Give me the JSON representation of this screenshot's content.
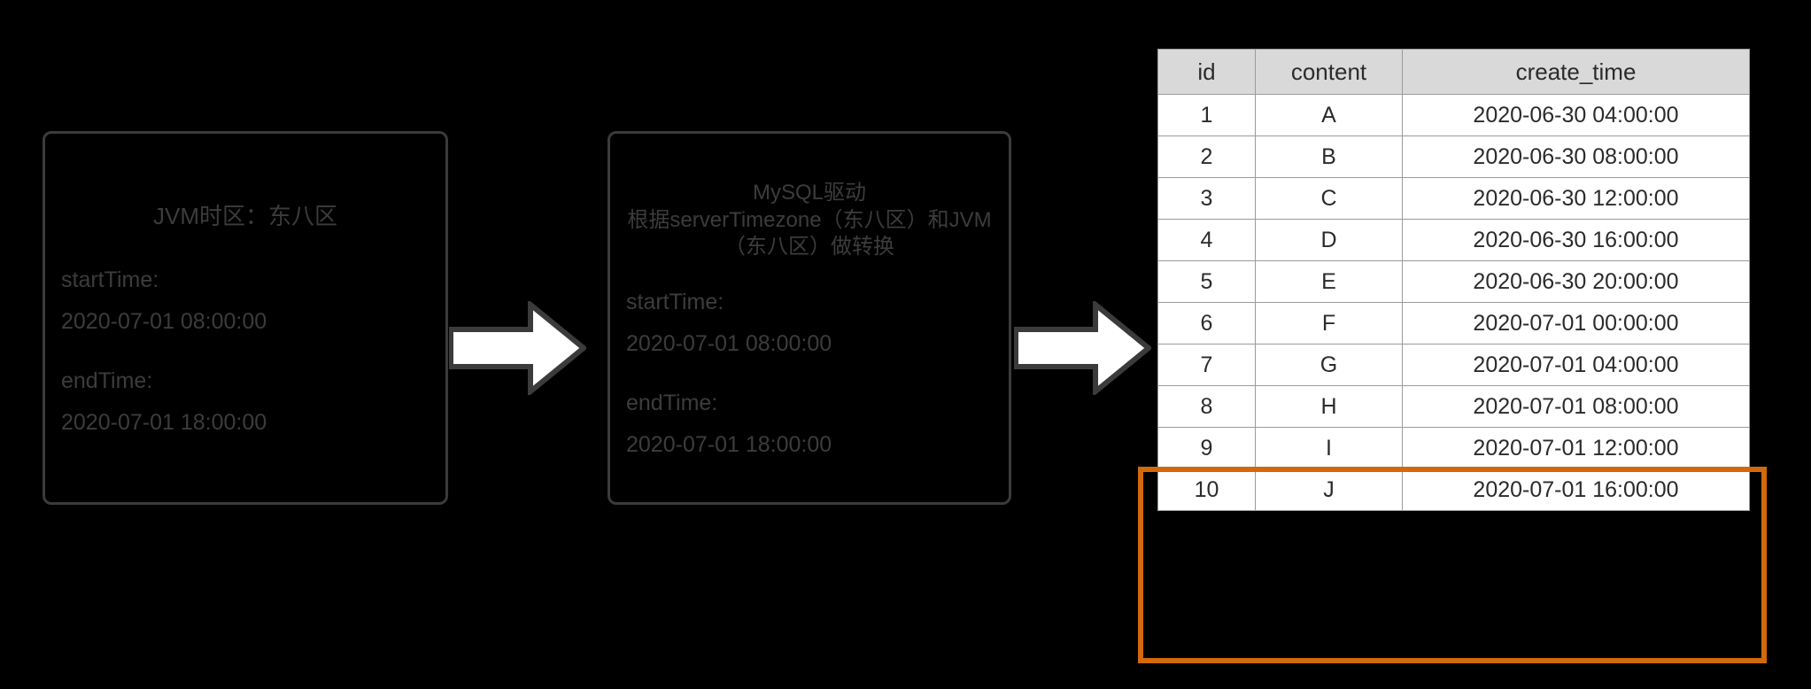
{
  "colors": {
    "background": "#000000",
    "box_border": "#3b3b3b",
    "box_text": "#3c3c3c",
    "arrow_fill": "#ffffff",
    "arrow_stroke": "#3b3b3b",
    "table_header_bg": "#d9d9d9",
    "table_border": "#9b9b9b",
    "table_text": "#2b2b2b",
    "highlight": "#d2690a"
  },
  "boxes": [
    {
      "name": "jvm-timezone",
      "title": "JVM时区：东八区",
      "fields": [
        {
          "label": "startTime:",
          "value": "2020-07-01 08:00:00"
        },
        {
          "label": "endTime:",
          "value": "2020-07-01 18:00:00"
        }
      ]
    },
    {
      "name": "mysql-driver",
      "title": "MySQL驱动\n根据serverTimezone（东八区）和JVM（东八区）做转换",
      "fields": [
        {
          "label": "startTime:",
          "value": "2020-07-01 08:00:00"
        },
        {
          "label": "endTime:",
          "value": "2020-07-01 18:00:00"
        }
      ]
    }
  ],
  "arrows": [
    {
      "name": "arrow-jvm-to-driver",
      "direction": "right"
    },
    {
      "name": "arrow-driver-to-table",
      "direction": "right"
    }
  ],
  "table": {
    "columns": [
      "id",
      "content",
      "create_time"
    ],
    "rows": [
      {
        "id": "1",
        "content": "A",
        "create_time": "2020-06-30 04:00:00",
        "highlighted": false
      },
      {
        "id": "2",
        "content": "B",
        "create_time": "2020-06-30 08:00:00",
        "highlighted": false
      },
      {
        "id": "3",
        "content": "C",
        "create_time": "2020-06-30 12:00:00",
        "highlighted": false
      },
      {
        "id": "4",
        "content": "D",
        "create_time": "2020-06-30 16:00:00",
        "highlighted": false
      },
      {
        "id": "5",
        "content": "E",
        "create_time": "2020-06-30 20:00:00",
        "highlighted": false
      },
      {
        "id": "6",
        "content": "F",
        "create_time": "2020-07-01 00:00:00",
        "highlighted": false
      },
      {
        "id": "7",
        "content": "G",
        "create_time": "2020-07-01 04:00:00",
        "highlighted": false
      },
      {
        "id": "8",
        "content": "H",
        "create_time": "2020-07-01 08:00:00",
        "highlighted": true
      },
      {
        "id": "9",
        "content": "I",
        "create_time": "2020-07-01 12:00:00",
        "highlighted": true
      },
      {
        "id": "10",
        "content": "J",
        "create_time": "2020-07-01 16:00:00",
        "highlighted": true
      }
    ]
  }
}
